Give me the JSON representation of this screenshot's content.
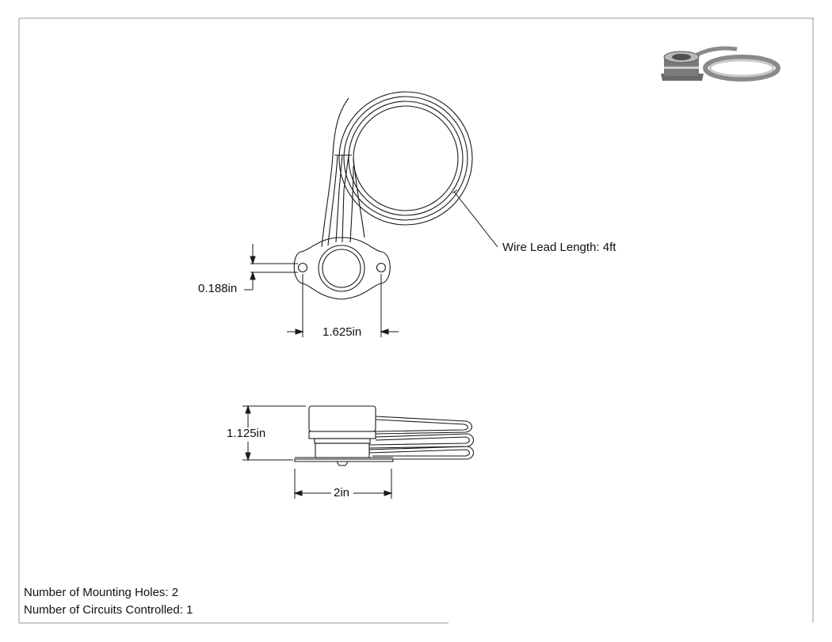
{
  "callouts": {
    "wire_lead": "Wire Lead Length: 4ft"
  },
  "dimensions": {
    "hole_diameter": "0.188in",
    "hole_spacing": "1.625in",
    "height": "1.125in",
    "width": "2in"
  },
  "notes": {
    "mounting_holes": "Number of Mounting Holes: 2",
    "circuits": "Number of Circuits Controlled: 1"
  },
  "colors": {
    "line": "#1a1a1a",
    "border": "#9a9a9a",
    "iso_body": "#6f6f6f",
    "iso_light": "#cfcfcf"
  }
}
